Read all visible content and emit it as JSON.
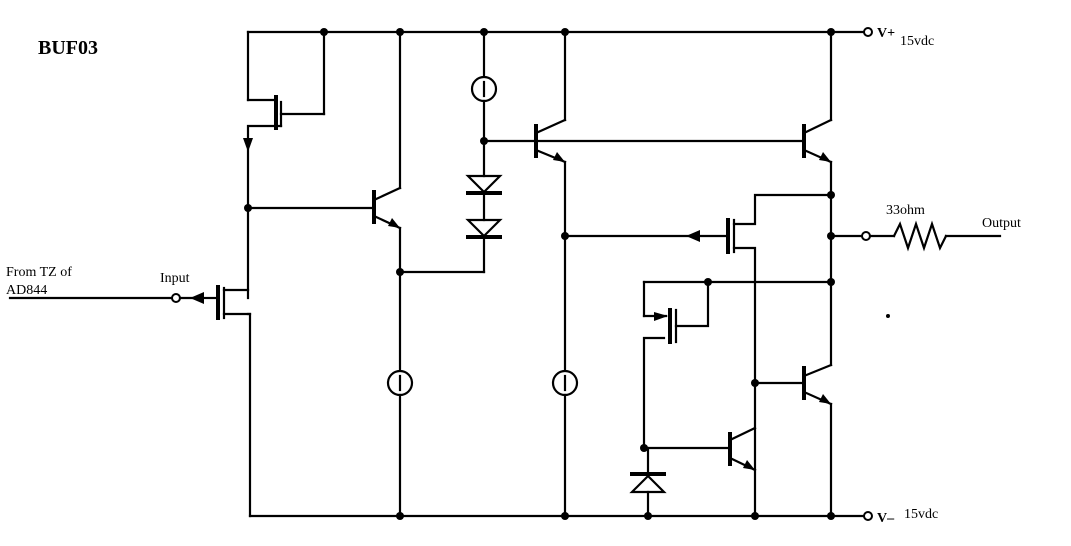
{
  "diagram": {
    "title": "BUF03",
    "labels": {
      "vplus": "V+",
      "vplus_value": "15vdc",
      "vminus": "V–",
      "vminus_value": "15vdc",
      "resistor": "33ohm",
      "output": "Output",
      "input": "Input",
      "source_line1": "From TZ of",
      "source_line2": "AD844"
    }
  }
}
